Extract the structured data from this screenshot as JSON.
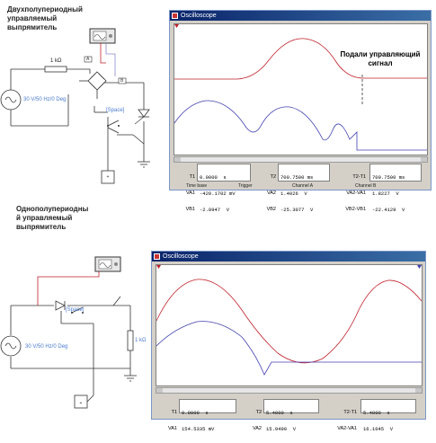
{
  "circuit1": {
    "heading": [
      "Двухполупериодный",
      "управляемый",
      "выпрямитель"
    ],
    "resistor_label": "1 kΩ",
    "source_label": "30 V/50 Hz/0 Deg",
    "key_label": "[Space]",
    "probe_a": "A",
    "probe_b": "B"
  },
  "circuit2": {
    "heading": [
      "Однополупериодны",
      "й управляемый",
      "выпрямитель"
    ],
    "resistor_label": "1 kΩ",
    "source_label": "30 V/50 Hz/0 Deg",
    "key_label": "[Space]"
  },
  "scope1": {
    "title": "Oscilloscope",
    "annotation": [
      "Подали управляющий",
      "сигнал"
    ],
    "readout": {
      "col1_labels": [
        "T1",
        "VA1",
        "VB1"
      ],
      "col1_values": [
        "0.0000  s",
        "-420.1702 mV",
        "-2.8947  V"
      ],
      "col2_labels": [
        "T2",
        "VA2",
        "VB2"
      ],
      "col2_values": [
        "700.7500 ms",
        "1.4026  V",
        "-25.3077  V"
      ],
      "col3_labels": [
        "T2-T1",
        "VA2-VA1",
        "VB2-VB1"
      ],
      "col3_values": [
        "700.7500 ms",
        "1.8227  V",
        "-22.4129  V"
      ]
    },
    "footer": [
      "Time base",
      "Trigger",
      "Channel A",
      "Channel B"
    ]
  },
  "scope2": {
    "title": "Oscilloscope",
    "readout": {
      "col1_labels": [
        "T1",
        "VA1"
      ],
      "col1_values": [
        "0.0000  s",
        "154.5335 mV"
      ],
      "col2_labels": [
        "T2",
        "VA2"
      ],
      "col2_values": [
        "5.4000  s",
        "15.9490  V"
      ],
      "col3_labels": [
        "T2-T1",
        "VA2-VA1"
      ],
      "col3_values": [
        "5.4000  s",
        "16.1045  V"
      ]
    }
  },
  "colors": {
    "channel_a": "#c0202a",
    "channel_b": "#4040b0",
    "titlebar": "#0a246a",
    "component_label": "#4a7bd0"
  }
}
